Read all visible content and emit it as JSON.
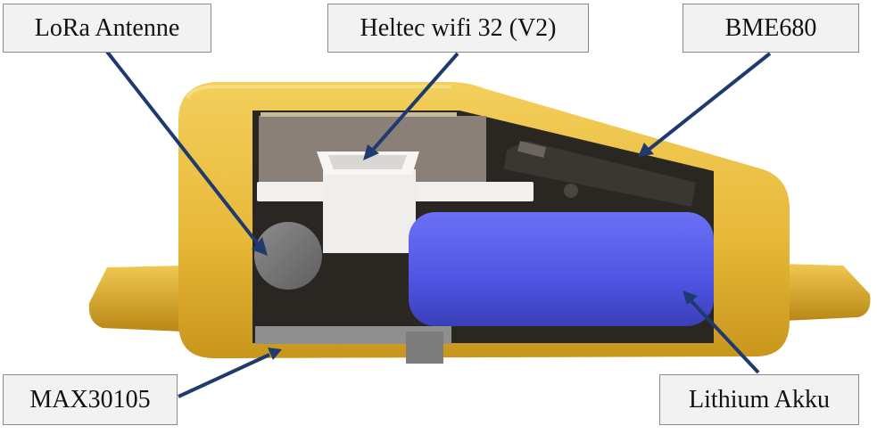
{
  "labels": {
    "lora": "LoRa Antenne",
    "heltec": "Heltec wifi 32 (V2)",
    "bme": "BME680",
    "max": "MAX30105",
    "akku": "Lithium Akku"
  },
  "colors": {
    "housing": "#e8b93a",
    "housing_shadow": "#c8961c",
    "interior": "#2a2622",
    "battery": "#5055e0",
    "board": "#8a8078",
    "arrow": "#1e3a6e"
  }
}
